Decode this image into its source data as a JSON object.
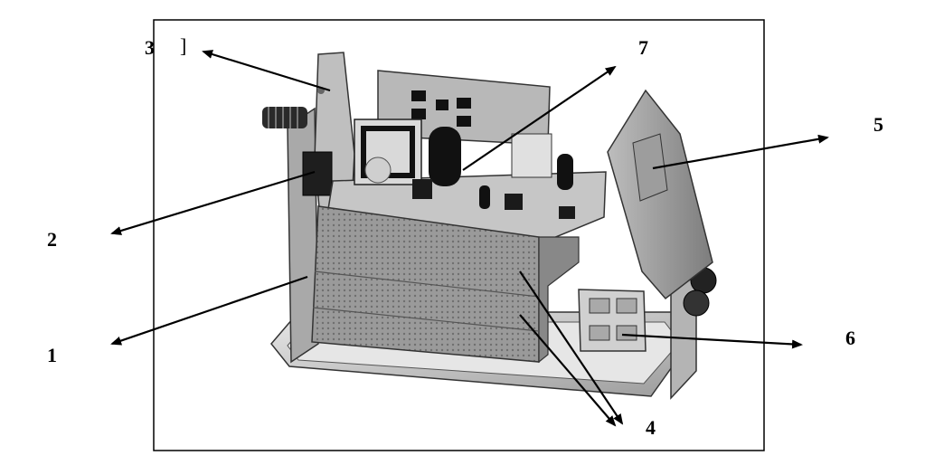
{
  "figure": {
    "bracket_mark": "]",
    "callouts": [
      {
        "id": "1",
        "label": "1"
      },
      {
        "id": "2",
        "label": "2"
      },
      {
        "id": "3",
        "label": "3"
      },
      {
        "id": "4",
        "label": "4"
      },
      {
        "id": "5",
        "label": "5"
      },
      {
        "id": "6",
        "label": "6"
      },
      {
        "id": "7",
        "label": "7"
      }
    ]
  },
  "colors": {
    "frame": "#000000",
    "sheet_metal": "#c9c9c9",
    "sheet_metal_dark": "#8e8e8e",
    "board": "#a8a8a8",
    "component_dark": "#1a1a1a",
    "background": "#ffffff"
  }
}
